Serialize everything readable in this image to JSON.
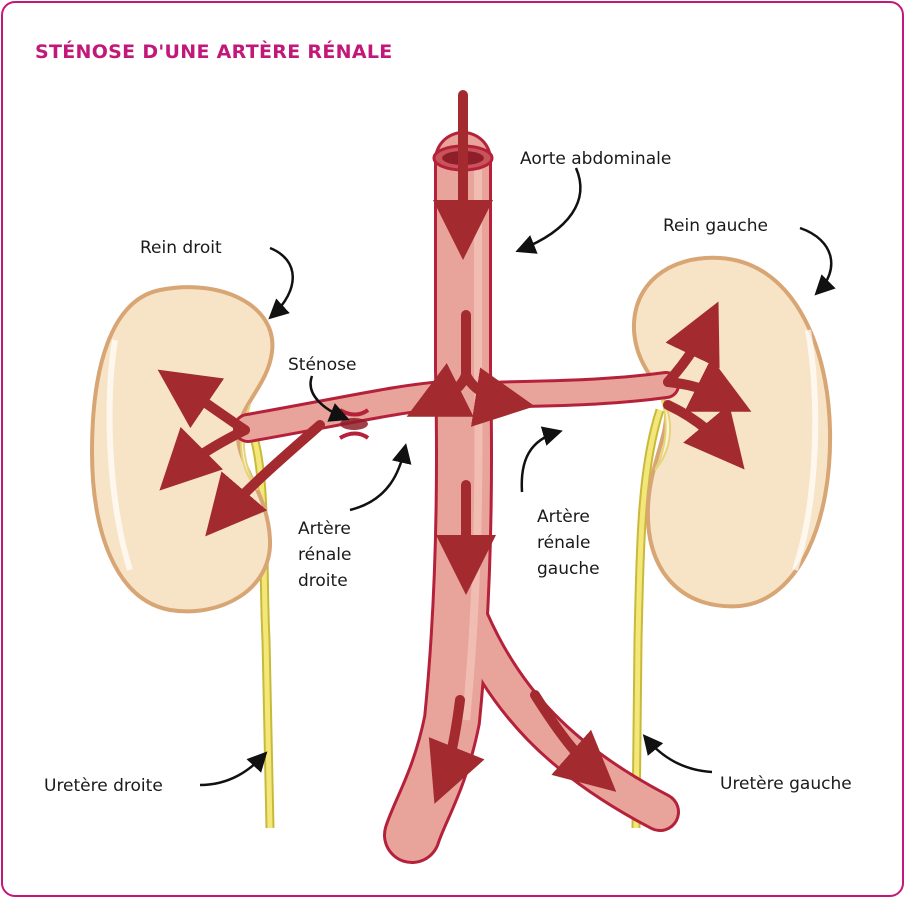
{
  "title": "STÉNOSE D'UNE ARTÈRE RÉNALE",
  "labels": {
    "aorta": "Aorte abdominale",
    "right_kidney": "Rein droit",
    "left_kidney": "Rein gauche",
    "stenosis": "Sténose",
    "right_renal_artery": [
      "Artère",
      "rénale",
      "droite"
    ],
    "left_renal_artery": [
      "Artère",
      "rénale",
      "gauche"
    ],
    "right_ureter": "Uretère droite",
    "left_ureter": "Uretère gauche"
  },
  "colors": {
    "accent": "#c2187a",
    "artery_fill": "#e8a49a",
    "artery_outline": "#b5213a",
    "flow_arrow": "#a32a2e",
    "kidney_fill": "#f7e3c6",
    "kidney_outline": "#d8a574",
    "ureter": "#e8d85a"
  }
}
